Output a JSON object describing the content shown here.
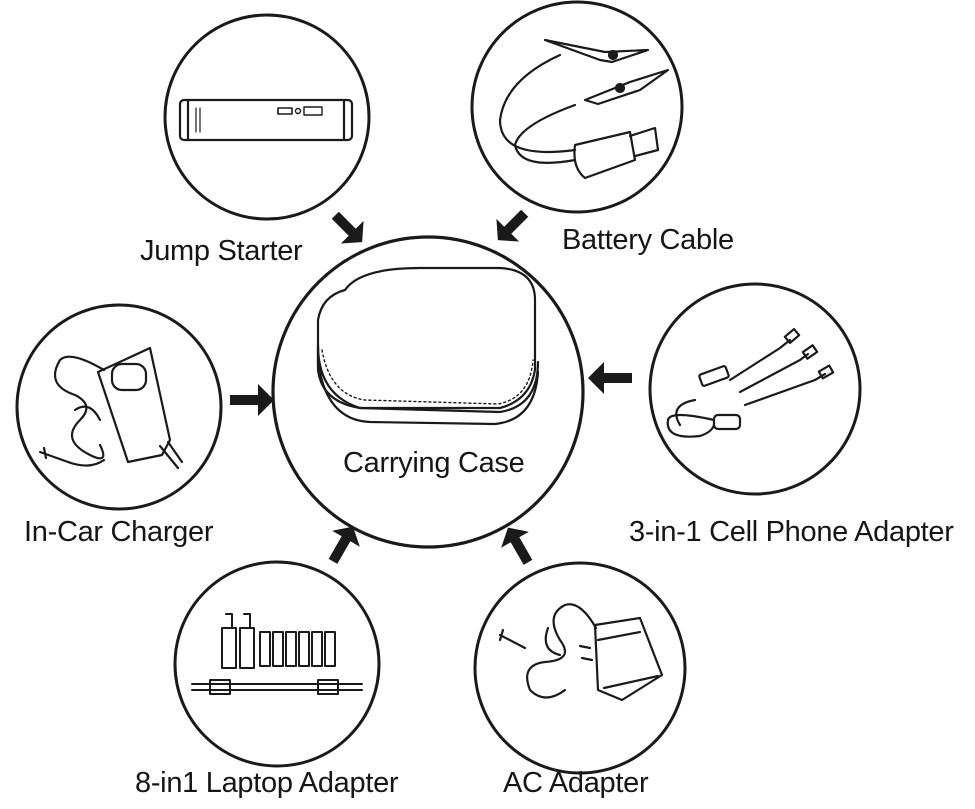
{
  "center": {
    "label": "Carrying Case"
  },
  "items": [
    {
      "id": "jump-starter",
      "label": "Jump Starter"
    },
    {
      "id": "battery-cable",
      "label": "Battery Cable"
    },
    {
      "id": "in-car-charger",
      "label": "In-Car Charger"
    },
    {
      "id": "cell-phone-adapter",
      "label": "3-in-1 Cell Phone Adapter"
    },
    {
      "id": "laptop-adapter",
      "label": "8-in1 Laptop Adapter"
    },
    {
      "id": "ac-adapter",
      "label": "AC Adapter"
    }
  ],
  "colors": {
    "line": "#1a1a1a",
    "background": "#ffffff"
  }
}
